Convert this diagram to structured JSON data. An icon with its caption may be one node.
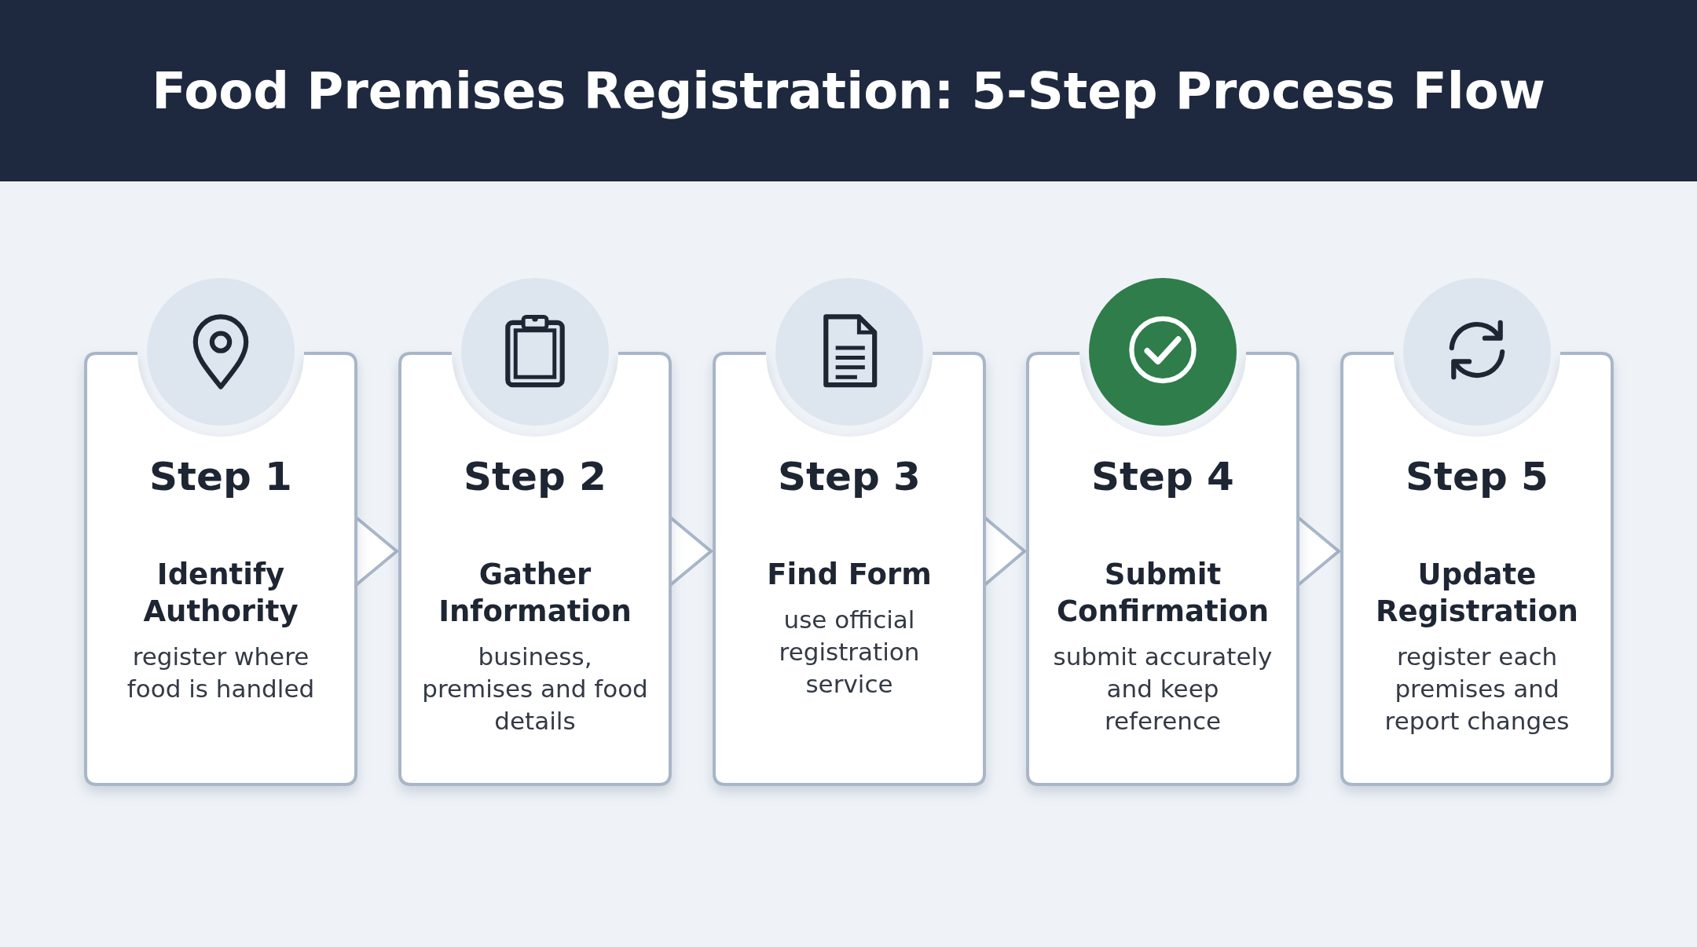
{
  "diagram": {
    "title": "Food Premises Registration: 5-Step Process Flow",
    "nodes": [
      {
        "text": [
          "Step 1",
          "Identify Authority",
          "register where food is handled"
        ]
      },
      {
        "text": [
          "Step 2",
          "Gather Information",
          "business, premises and food details"
        ]
      },
      {
        "text": [
          "Step 3",
          "Find Form",
          "use official registration service"
        ]
      },
      {
        "text": [
          "Step 4",
          "Submit Confirmation",
          "submit accurately and keep reference"
        ]
      },
      {
        "text": [
          "Step 5",
          "Update Registration",
          "register each premises and report changes"
        ]
      }
    ],
    "edges": [
      {
        "from": 0,
        "to": 1,
        "arrow": "to"
      },
      {
        "from": 1,
        "to": 2,
        "arrow": "to"
      },
      {
        "from": 2,
        "to": 3,
        "arrow": "to"
      },
      {
        "from": 3,
        "to": 4,
        "arrow": "to"
      }
    ]
  }
}
